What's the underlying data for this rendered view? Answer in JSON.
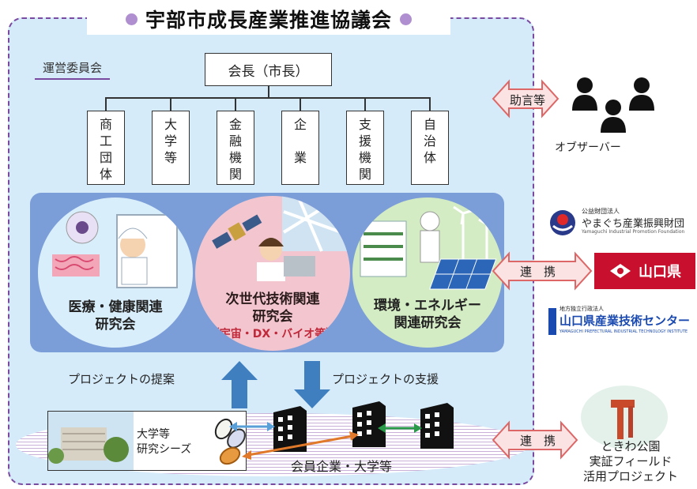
{
  "title": "宇部市成長産業推進協議会",
  "committee_label": "運営委員会",
  "chair_label": "会長（市長）",
  "members": [
    "商工団体",
    "大学等",
    "金融機関",
    "企　業",
    "支援機関",
    "自治体"
  ],
  "members_lines": [
    [
      "商",
      "工",
      "団",
      "体"
    ],
    [
      "大",
      "学",
      "等"
    ],
    [
      "金",
      "融",
      "機",
      "関"
    ],
    [
      "企",
      "",
      "業"
    ],
    [
      "支",
      "援",
      "機",
      "関"
    ],
    [
      "自",
      "治",
      "体"
    ]
  ],
  "groups": {
    "medical": {
      "line1": "医療・健康関連",
      "line2": "研究会"
    },
    "nextgen": {
      "line1": "次世代技術関連",
      "line2": "研究会",
      "sub": "（宇宙・DX・バイオ等）"
    },
    "energy": {
      "line1": "環境・エネルギー",
      "line2": "関連研究会"
    }
  },
  "proposal_label": "プロジェクトの提案",
  "support_label": "プロジェクトの支援",
  "university_seeds": {
    "line1": "大学等",
    "line2": "研究シーズ"
  },
  "member_companies_label": "会員企業・大学等",
  "advice_label": "助言等",
  "observer_label": "オブザーバー",
  "cooperation_label_1": "連　携",
  "cooperation_label_2": "連　携",
  "yamaguchi_foundation": {
    "small": "公益財団法人",
    "name": "やまぐち産業振興財団",
    "en": "Yamaguchi Industrial Promotion Foundation"
  },
  "yamaguchi_pref": "山口県",
  "tech_center": {
    "small": "地方独立行政法人",
    "name": "山口県産業技術センター",
    "en": "YAMAGUCHI PREFECTURAL INDUSTRIAL TECHNOLOGY INSTITUTE"
  },
  "tokiwa": {
    "line1": "ときわ公園",
    "line2": "実証フィールド",
    "line3": "活用プロジェクト"
  },
  "colors": {
    "frame_bg": "#d5ebfa",
    "band": "#7c9ed8",
    "arrow_blue": "#3f7fc0",
    "accent_purple": "#7a4aa0",
    "pref_red": "#c8102e"
  }
}
